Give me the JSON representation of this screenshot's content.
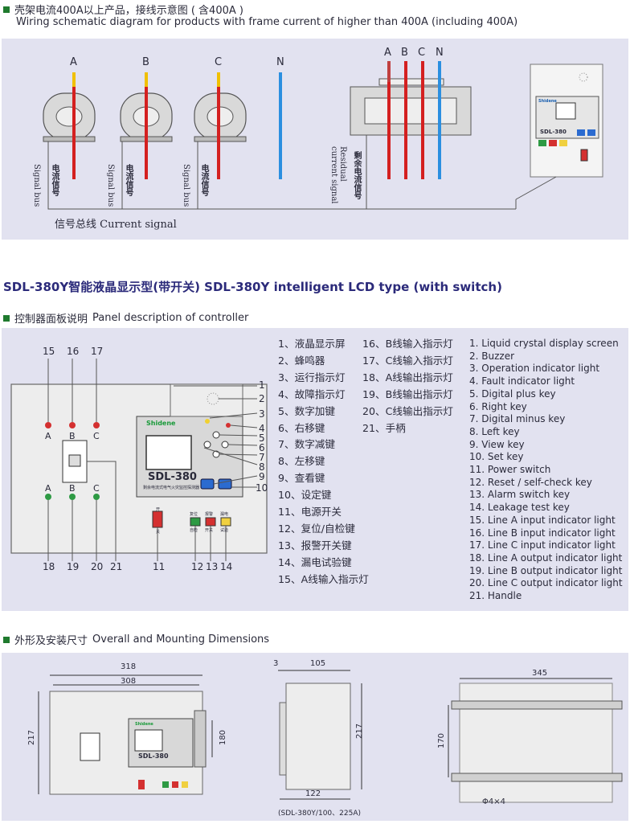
{
  "section1": {
    "heading_zh": "壳架电流400A以上产品，接线示意图 ( 含400A )",
    "heading_en": "Wiring schematic diagram for products with frame current of higher than 400A (including 400A)",
    "phases": [
      "A",
      "B",
      "C",
      "N"
    ],
    "signal_label_zh": "电流信号",
    "signal_label_en": "Signal bus",
    "residual_zh": "剩余电流信号",
    "residual_en": "Residual current signal",
    "bus_label_zh": "信号总线",
    "bus_label_en": "Current signal",
    "brand": "Shidene",
    "model": "SDL-380"
  },
  "section2": {
    "title": "SDL-380Y智能液晶显示型(带开关)  SDL-380Y intelligent LCD type (with switch)",
    "heading_zh": "控制器面板说明",
    "heading_en": "Panel description of controller",
    "brand": "Shidene",
    "model": "SDL-380",
    "model_sub": "剩余电流式电气火灾监控探测器",
    "btn_labels": [
      "复位",
      "报警",
      "漏电"
    ],
    "btn_sub": [
      "自检",
      "开关",
      "试验"
    ],
    "switch_on": "开",
    "switch_off": "关",
    "indicator_letters": [
      "A",
      "B",
      "C"
    ],
    "callouts": [
      "1",
      "2",
      "3",
      "4",
      "5",
      "6",
      "7",
      "8",
      "9",
      "10",
      "11",
      "12",
      "13",
      "14",
      "15",
      "16",
      "17",
      "18",
      "19",
      "20",
      "21"
    ],
    "legend_zh_col1": [
      "1、液晶显示屏",
      "2、蜂鸣器",
      "3、运行指示灯",
      "4、故障指示灯",
      "5、数字加键",
      "6、右移键",
      "7、数字减键",
      "8、左移键",
      "9、查看键",
      "10、设定键",
      "11、电源开关",
      "12、复位/自检键",
      "13、报警开关键",
      "14、漏电试验键",
      "15、A线输入指示灯"
    ],
    "legend_zh_col2": [
      "16、B线输入指示灯",
      "17、C线输入指示灯",
      "18、A线输出指示灯",
      "19、B线输出指示灯",
      "20、C线输出指示灯",
      "21、手柄"
    ],
    "legend_en": [
      "1. Liquid crystal display screen",
      "2. Buzzer",
      "3. Operation indicator light",
      "4. Fault indicator light",
      "5. Digital plus key",
      "6. Right key",
      "7. Digital minus key",
      "8. Left key",
      "9. View key",
      "10. Set key",
      "11. Power switch",
      "12. Reset / self-check key",
      "13. Alarm switch key",
      "14. Leakage test key",
      "15. Line A input indicator light",
      "16. Line B input indicator light",
      "17. Line C input indicator light",
      "18. Line A output indicator light",
      "19. Line B output indicator light",
      "20. Line C output indicator light",
      "21. Handle"
    ]
  },
  "section3": {
    "heading_zh": "外形及安装尺寸",
    "heading_en": "Overall and Mounting Dimensions",
    "dims_front": [
      "318",
      "308",
      "217",
      "180"
    ],
    "dims_side": [
      "3",
      "105",
      "217",
      "122"
    ],
    "dims_mount": [
      "345",
      "170",
      "Φ4×4"
    ],
    "note": "(SDL-380Y/100、225A)",
    "brand": "Shidene",
    "model": "SDL-380"
  }
}
